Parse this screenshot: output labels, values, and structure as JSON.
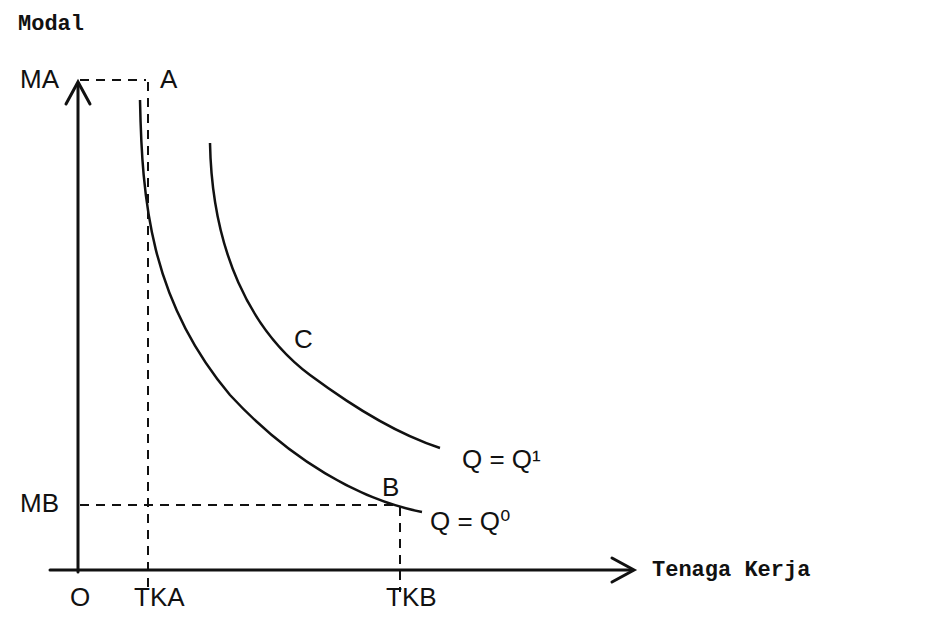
{
  "diagram": {
    "labels": [
      "Modal",
      "MA",
      "A",
      "C",
      "Q = Q¹",
      "MB",
      "B",
      "Q = Q⁰",
      "O",
      "TKA",
      "TKB",
      "Tenaga Kerja"
    ]
  }
}
